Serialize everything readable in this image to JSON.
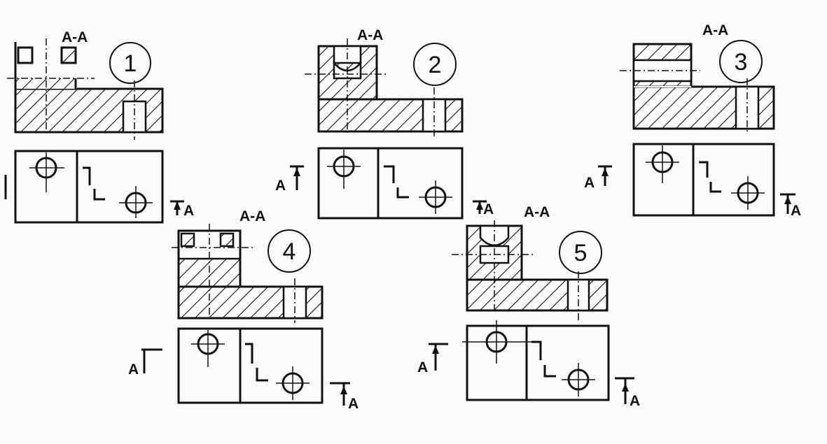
{
  "section_label": "A-A",
  "arrow_label": "A",
  "variants": [
    {
      "number": "1"
    },
    {
      "number": "2"
    },
    {
      "number": "3"
    },
    {
      "number": "4"
    },
    {
      "number": "5"
    }
  ],
  "colors": {
    "ink": "#111111",
    "paper": "#fbfbfb"
  }
}
